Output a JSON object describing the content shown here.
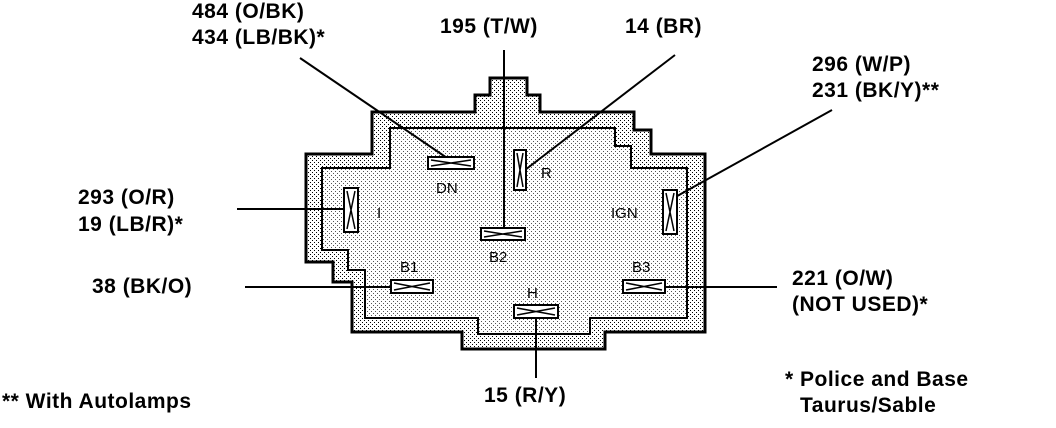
{
  "wires": {
    "dn": [
      "484 (O/BK)",
      "434 (LB/BK)*"
    ],
    "b2": [
      "195 (T/W)"
    ],
    "r": [
      "14 (BR)"
    ],
    "ign": [
      "296 (W/P)",
      "231 (BK/Y)**"
    ],
    "i": [
      "293 (O/R)",
      "19 (LB/R)*"
    ],
    "b1": [
      "38 (BK/O)"
    ],
    "b3": [
      "221 (O/W)",
      "(NOT USED)*"
    ],
    "h": [
      "15 (R/Y)"
    ]
  },
  "terminals": {
    "dn": "DN",
    "r": "R",
    "i": "I",
    "ign": "IGN",
    "b2": "B2",
    "b1": "B1",
    "b3": "B3",
    "h": "H"
  },
  "notes": {
    "autolamps": "** With Autolamps",
    "police_line1": "* Police and Base",
    "police_line2": "Taurus/Sable"
  }
}
